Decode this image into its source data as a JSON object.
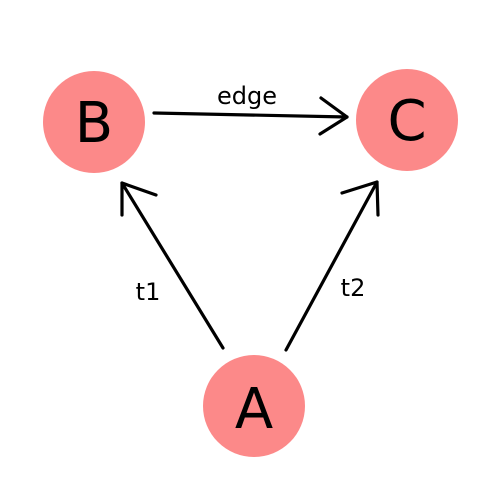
{
  "colors": {
    "node_fill": "#fc8989",
    "edge_stroke": "#000000",
    "text": "#000000",
    "background": "#ffffff"
  },
  "nodes": [
    {
      "id": "B",
      "label": "B"
    },
    {
      "id": "C",
      "label": "C"
    },
    {
      "id": "A",
      "label": "A"
    }
  ],
  "edges": [
    {
      "from": "B",
      "to": "C",
      "label": "edge"
    },
    {
      "from": "A",
      "to": "B",
      "label": "t1"
    },
    {
      "from": "A",
      "to": "C",
      "label": "t2"
    }
  ]
}
